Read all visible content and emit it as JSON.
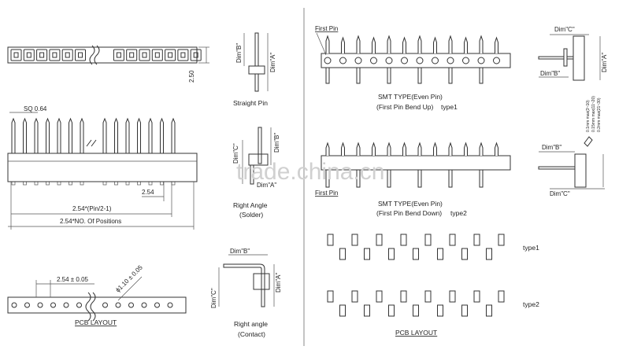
{
  "labels": {
    "sq": "SQ 0.64",
    "dim_250": "2.50",
    "dim_254": "2.54",
    "pin_formula": "2.54*(Pin/2-1)",
    "positions_formula": "2.54*NO. Of Positions",
    "pitch_tol": "2.54 ± 0.05",
    "hole_dia": "ϕ1.10 ± 0.05",
    "pcb_layout_left": "PCB LAYOUT",
    "dim_a": "Dim\"A\"",
    "dim_b": "Dim\"B\"",
    "dim_c": "Dim\"C\"",
    "straight_pin": "Straight Pin",
    "right_angle": "Right Angle",
    "solder": "(Solder)",
    "right_angle2": "Right angle",
    "contact": "(Contact)",
    "first_pin_1": "First Pin",
    "first_pin_2": "First Pin",
    "smt1_line1": "SMT TYPE(Even Pin)",
    "smt1_line2": "(First Pin Bend Up)",
    "smt1_type": "type1",
    "smt2_line1": "SMT TYPE(Even Pin)",
    "smt2_line2": "(First Pin Bend Down)",
    "smt2_type": "type2",
    "pad_type1": "type1",
    "pad_type2": "type2",
    "pcb_layout_right": "PCB LAYOUT",
    "tol1": "0.1mm max(3~10)",
    "tol2": "0.15mm max(11~20)",
    "tol3": "0.2mm max(21~30)",
    "watermark": "trade.china.cn"
  }
}
